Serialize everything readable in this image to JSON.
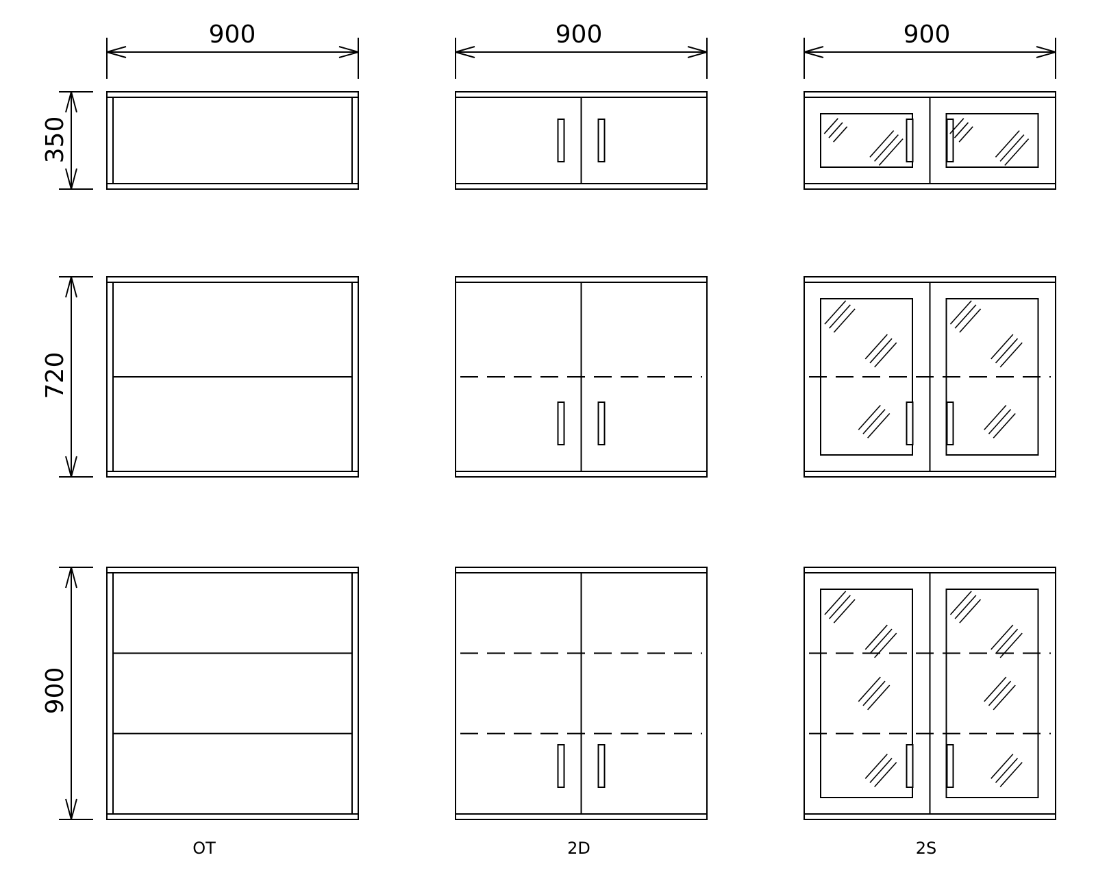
{
  "drawing": {
    "type": "cabinet elevation set",
    "dimensions": {
      "widths": [
        "900",
        "900",
        "900"
      ],
      "heights": [
        "350",
        "720",
        "900"
      ]
    },
    "columns": [
      {
        "code": "OT",
        "front": "open"
      },
      {
        "code": "2D",
        "front": "two solid doors"
      },
      {
        "code": "2S",
        "front": "two glass doors"
      }
    ],
    "rows": [
      {
        "height": "350",
        "shelf_divisions": 1
      },
      {
        "height": "720",
        "shelf_divisions": 2
      },
      {
        "height": "900",
        "shelf_divisions": 3
      }
    ],
    "line_color": "#000000",
    "background": "#ffffff"
  }
}
